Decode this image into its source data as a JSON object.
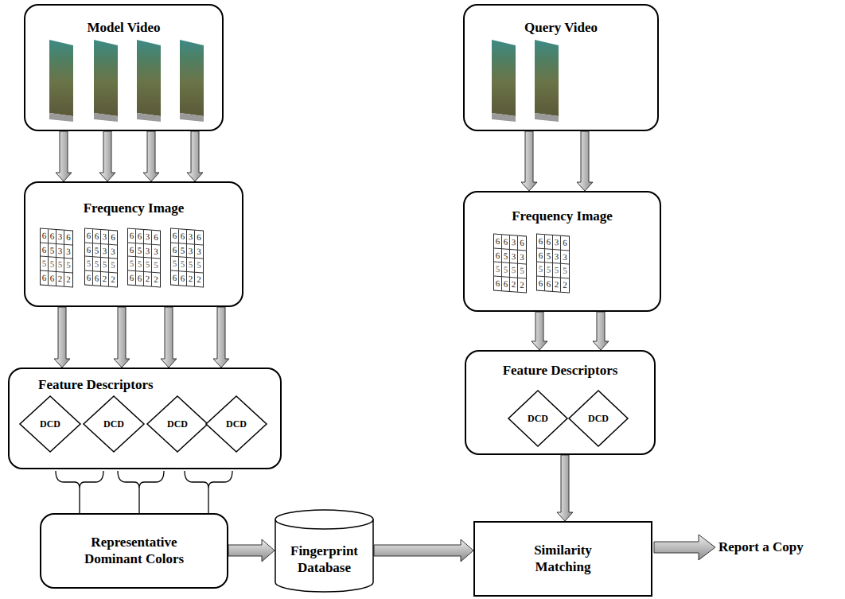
{
  "diagram": {
    "nodes": [
      {
        "text": [
          "Model Video"
        ]
      },
      {
        "text": [
          "Query Video"
        ]
      },
      {
        "text": [
          "Frequency Image"
        ]
      },
      {
        "text": [
          "Frequency Image"
        ]
      },
      {
        "text": [
          "Feature Descriptors"
        ]
      },
      {
        "text": [
          "DCD"
        ],
        "in": 4
      },
      {
        "text": [
          "DCD"
        ],
        "in": 4
      },
      {
        "text": [
          "DCD"
        ],
        "in": 4
      },
      {
        "text": [
          "DCD"
        ],
        "in": 4
      },
      {
        "text": [
          "Feature Descriptors"
        ]
      },
      {
        "text": [
          "DCD"
        ],
        "in": 9
      },
      {
        "text": [
          "DCD"
        ],
        "in": 9
      },
      {
        "text": [
          "Representative Dominant Colors"
        ]
      },
      {
        "text": [
          "Fingerprint Database"
        ]
      },
      {
        "text": [
          "Similarity Matching"
        ]
      }
    ],
    "edges": [
      {
        "from": 0,
        "to": 2,
        "arrow": "to"
      },
      {
        "from": 0,
        "to": 2,
        "arrow": "to"
      },
      {
        "from": 0,
        "to": 2,
        "arrow": "to"
      },
      {
        "from": 0,
        "to": 2,
        "arrow": "to"
      },
      {
        "from": 1,
        "to": 3,
        "arrow": "to"
      },
      {
        "from": 1,
        "to": 3,
        "arrow": "to"
      },
      {
        "from": 2,
        "to": 4,
        "arrow": "to"
      },
      {
        "from": 2,
        "to": 4,
        "arrow": "to"
      },
      {
        "from": 2,
        "to": 4,
        "arrow": "to"
      },
      {
        "from": 2,
        "to": 4,
        "arrow": "to"
      },
      {
        "from": 3,
        "to": 9,
        "arrow": "to"
      },
      {
        "from": 3,
        "to": 9,
        "arrow": "to"
      },
      {
        "from": 9,
        "to": 14,
        "arrow": "to"
      },
      {
        "from": 12,
        "to": 13,
        "arrow": "to"
      },
      {
        "from": 13,
        "to": 14,
        "arrow": "to"
      }
    ],
    "labels": [
      "6",
      "6",
      "3",
      "6",
      "6",
      "5",
      "3",
      "3",
      "5",
      "5",
      "5",
      "5",
      "6",
      "6",
      "2",
      "2",
      "6",
      "6",
      "3",
      "6",
      "6",
      "5",
      "3",
      "3",
      "5",
      "5",
      "5",
      "5",
      "6",
      "6",
      "2",
      "2",
      "6",
      "6",
      "3",
      "6",
      "6",
      "5",
      "3",
      "3",
      "5",
      "5",
      "5",
      "5",
      "6",
      "6",
      "2",
      "2",
      "6",
      "6",
      "3",
      "6",
      "6",
      "5",
      "3",
      "3",
      "5",
      "5",
      "5",
      "5",
      "6",
      "6",
      "2",
      "2",
      "6",
      "6",
      "3",
      "6",
      "6",
      "5",
      "3",
      "3",
      "5",
      "5",
      "5",
      "5",
      "6",
      "6",
      "2",
      "2",
      "6",
      "6",
      "3",
      "6",
      "6",
      "5",
      "3",
      "3",
      "5",
      "5",
      "5",
      "5",
      "6",
      "6",
      "2",
      "2",
      "Report a Copy"
    ]
  }
}
